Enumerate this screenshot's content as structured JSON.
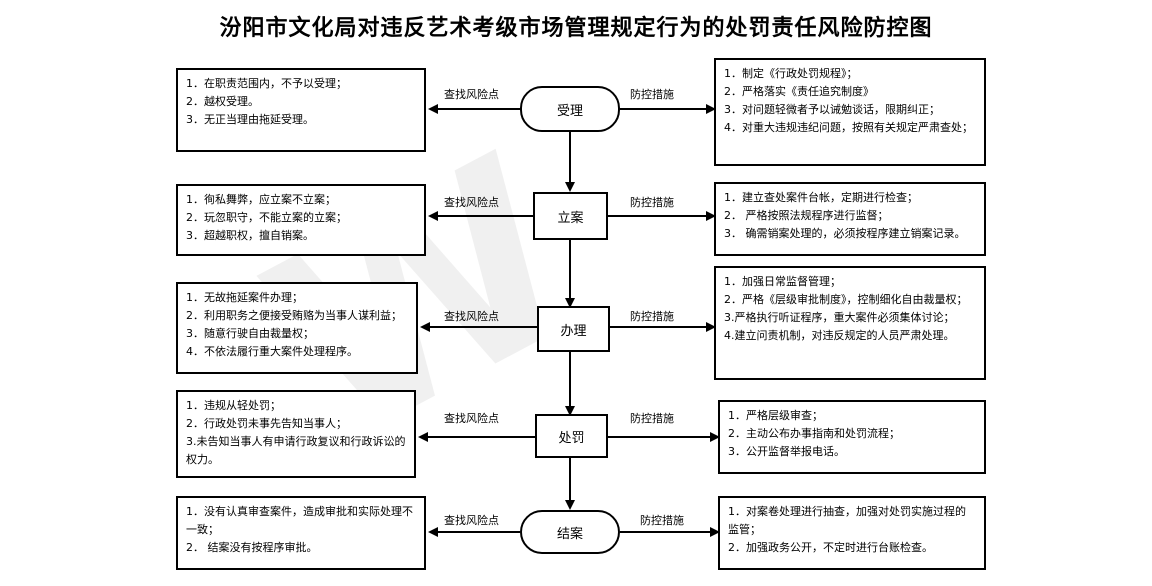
{
  "title": "汾阳市文化局对违反艺术考级市场管理规定行为的处罚责任风险防控图",
  "label_risk": "查找风险点",
  "label_control": "防控措施",
  "watermark": "W",
  "rows": [
    {
      "step": "受理",
      "risks": [
        "1．在职责范围内，不予以受理；",
        "2．越权受理。",
        "3．无正当理由拖延受理。"
      ],
      "controls": [
        "1．制定《行政处罚规程》；",
        "2．严格落实《责任追究制度》",
        "3．对问题轻微者予以诫勉谈话，限期纠正；",
        "4．对重大违规违纪问题，按照有关规定严肃查处；"
      ]
    },
    {
      "step": "立案",
      "risks": [
        "1．徇私舞弊，应立案不立案；",
        "2．玩忽职守，不能立案的立案；",
        "3．超越职权，擅自销案。"
      ],
      "controls": [
        "1．建立查处案件台帐，定期进行检查；",
        "2． 严格按照法规程序进行监督；",
        "3．   确需销案处理的，必须按程序建立销案记录。"
      ]
    },
    {
      "step": "办理",
      "risks": [
        "1．无故拖延案件办理；",
        "2．利用职务之便接受贿赂为当事人谋利益；",
        "3．随意行驶自由裁量权；",
        "4．不依法履行重大案件处理程序。"
      ],
      "controls": [
        "1．加强日常监督管理；",
        "2．严格《层级审批制度》，控制细化自由裁量权；",
        "3.严格执行听证程序，重大案件必须集体讨论；",
        "4.建立问责机制，对违反规定的人员严肃处理。"
      ]
    },
    {
      "step": "处罚",
      "risks": [
        "1．违规从轻处罚；",
        "2．行政处罚未事先告知当事人；",
        "3.未告知当事人有申请行政复议和行政诉讼的权力。"
      ],
      "controls": [
        "1．严格层级审查；",
        "2．主动公布办事指南和处罚流程；",
        "3．公开监督举报电话。"
      ]
    },
    {
      "step": "结案",
      "risks": [
        "1．没有认真审查案件，造成审批和实际处理不一致；",
        "2．   结案没有按程序审批。"
      ],
      "controls": [
        "1．对案卷处理进行抽查，加强对处罚实施过程的监管；",
        "2．加强政务公开，不定时进行台账检查。"
      ]
    }
  ]
}
